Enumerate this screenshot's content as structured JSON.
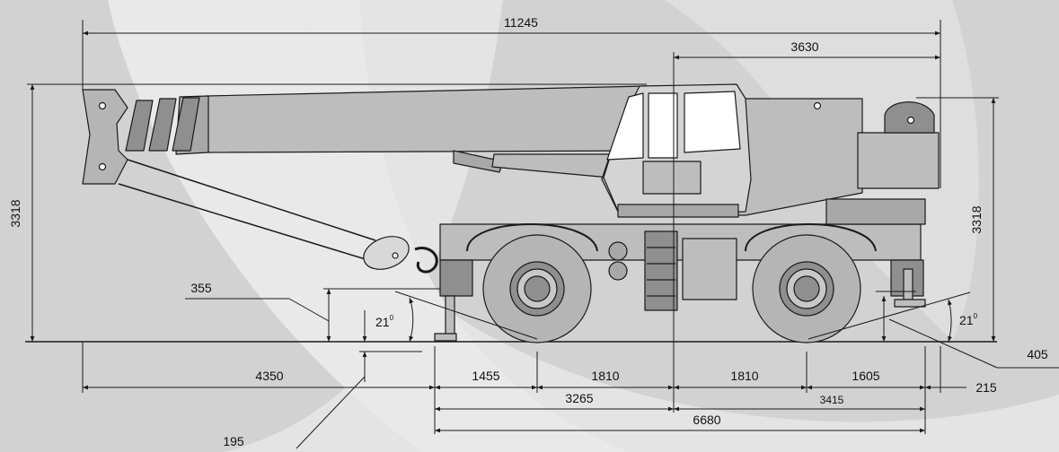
{
  "dimensions": {
    "overall_length": "11245",
    "rear_to_slew_center": "3630",
    "boom_height": "3318",
    "rear_height": "3318",
    "front_ground_clearance": "355",
    "outrigger_pad_depth": "195",
    "approach_angle": "21",
    "departure_angle": "21",
    "degree_mark": "0",
    "rear_clearance": "405",
    "boom_overhang": "4350",
    "front_outrigger_to_axle": "1455",
    "front_axle_to_center": "1810",
    "center_to_rear_axle": "1810",
    "rear_axle_to_outrigger": "1605",
    "rear_overhang": "215",
    "front_outrigger_to_center": "3265",
    "center_to_rear_outrigger": "3415",
    "wheelbase_total": "6680"
  },
  "colors": {
    "background": "#d2d2d2",
    "background_shape": "#e9e9e9",
    "crane_body": "#bdbdbd",
    "crane_dark": "#8f8f8f",
    "line": "#1a1a1a"
  }
}
